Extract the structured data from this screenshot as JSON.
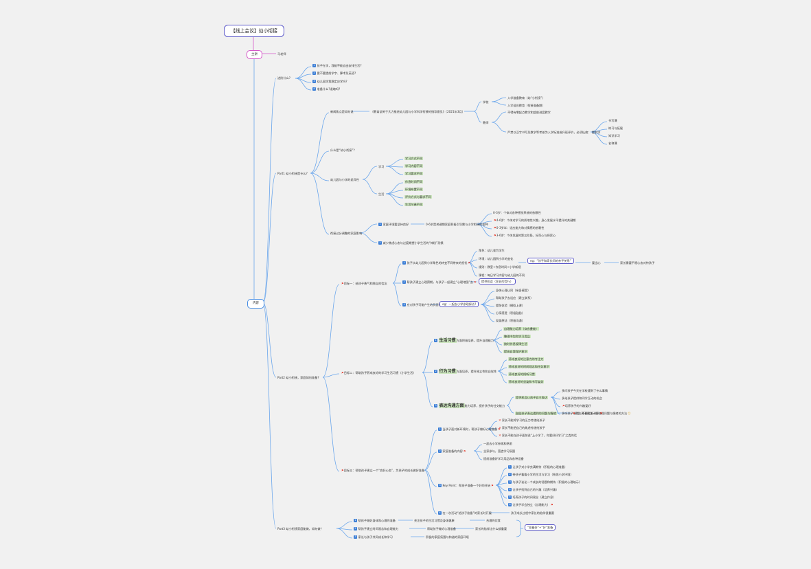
{
  "title": "【线上会议】幼小衔接",
  "sections": {
    "host": "主讲",
    "host_name": "马老师",
    "content": "内容"
  },
  "questions": {
    "root": "进阶什么?",
    "items": [
      "孩子在学，我能不能自由安排生活?",
      "要不要提前学字、算术及英语?",
      "幼儿园学我稳定应学吗?",
      "准备什么?退缩吗?"
    ]
  },
  "part1": {
    "root": "Part1 幼小衔接是什么?",
    "news_root": "新闻焦点是如何说",
    "news_detail": "《教育部关于大力推进幼儿园与小学科学衔接的指导意见》（2021年3月）",
    "school": "学校",
    "school_items": [
      "入学准备教育（幼“小衔接”）",
      "入学适应教育（衔接准备期）"
    ],
    "teach": "教师",
    "teach_items": [
      "不得有零起点教学和超前进度教学",
      "严禁以汉字书写及数学等考核为入学标准或升班评价，必须杜绝： 提前学"
    ],
    "teach_sub": [
      "书写课",
      "练习与拓展",
      "知识学习",
      "名称课"
    ],
    "what": "什么是“幼小衔接”？",
    "grow": "幼儿园与小学的差异性",
    "study": "学习",
    "study_items": [
      "学习方式不同",
      "学习内容不同",
      "学习要求不同"
    ],
    "life": "生活",
    "life_items": [
      "作息时间不同",
      "环境布置不同",
      "评价方式与要求不同",
      "生活节奏不同"
    ],
    "key_root": "衔接过分调整的家庭影响",
    "key1": "家庭环境要坚持良好",
    "key1_detail": "0-6岁是关键期家庭积极引导需与小学衔接的各种",
    "key1_items": [
      "0-3岁：个体对各种感觉系统的依赖性",
      "4-6岁：个体对学习的质地性兴趣，身心发展水平提升的关键期",
      "0-3岁半：适应能力和对情感的依赖性",
      "3-6岁：个体发展的第三阶段，好奇心与探索心"
    ],
    "key2": "减少焦虑心态与过度期望小学生活的“神秘”恐惧"
  },
  "part2": {
    "root": "Part2 幼小衔接，家庭如何准备?",
    "goal1": "目标一：给孩子勇气和独立的信念",
    "g1_a": "孩子从幼儿园到小学角色的转变不同带来的担忧",
    "g1_a_items": [
      "角色：幼儿变为学生",
      "环境：幼儿园到小学的变化",
      "规则：教室+作息时间+小学新规",
      "课程：每日学习内容与幼儿园的不同"
    ],
    "g1_a_box": "eg：“孩子和家长间的亲子关系”",
    "g1_a_mid": "要当心",
    "g1_a_end": "家长需要平稳心态对待孩子",
    "g1_b": "帮孩子建立心理预期，与孩子一起建立“心理地图”去",
    "g1_b_box": "提供机会（家长的言行）",
    "g1_c": "应对孩子可能产生的负面情绪",
    "g1_c_box": "eg：一起去小学参观探访?",
    "g1_c_items": [
      "身体心理认同（亲身感受）",
      "帮助孩子去适应（建立联系）",
      "提前体验（模拟上课）",
      "分享感受（积极鼓励）",
      "发展想法（积极沟通）"
    ],
    "goal2": "目标二：帮助孩子养成良好的学习生活习惯（小学生活)",
    "h1_label": "生活习惯",
    "h1": "方面积极培养，提升自理能力",
    "h1_items": [
      "自理能力培养（穿衣叠被）",
      "整理书包和学习用品",
      "按时作息规律生活",
      "提高自我保护意识"
    ],
    "h2_label": "行为习惯",
    "h2": "方面培养，提升独立性和自觉性",
    "h2_items": [
      "养成良好的注意力的专注力",
      "养成良好的时间观念和任务意识",
      "养成良好的倾听习惯",
      "养成良好的坐姿和书写姿势"
    ],
    "h3_label": "表达沟通方面",
    "h3": "能力培养，提升孩子的社交能力",
    "h3_sub1": "提供机会让孩子自主表达",
    "h3_sub1_items": [
      "多问孩子今天在学校遇到了什么事情",
      "多给孩子提供和同学互动的机会",
      "培养孩子的兴趣爱好",
      "多听孩子说话，不要打断孩子"
    ],
    "h3_sub2": "鼓励孩子表达遇到的问题与情绪",
    "h3_sub2_end": "帮助孩子建立一套处理问题与情绪的方法",
    "goal3": "目标三：帮助孩子建立一个“良好心态”，为孩子的成长做好准备",
    "g3_a": "当孩子面对新环境时，帮孩子做好心理准备",
    "g3_a_items": [
      "家长不能将学习的压力传递给孩子",
      "家长不能把自己的焦虑传递给孩子",
      "家长不能在孩子面前说“上小学了，你要好好学习”之类的话"
    ],
    "g3_b": "家庭准备的内容",
    "g3_b_items": [
      "一起去小学参观和熟悉",
      "全家参与，营造学习氛围",
      "提前准备好学习用品和各种设备"
    ],
    "g3_c": "Key Point：帮孩子准备一个好的开始",
    "g3_c_items": [
      "让孩子对小学充满期待（积极的心理准备）",
      "带孩子看看小学的生活与学习（熟悉小学环境）",
      "与孩子谈论一个成长的话题和期待（积极的心理暗示）",
      "让孩子找到自己的兴趣（培养兴趣）",
      "培养孩子的时间观念（建立作息）",
      "让孩子学会独立（自理能力）"
    ],
    "g3_d": "在一次活动“给孩子准备”的家长时开展",
    "g3_d_end": "孩子成长过程中家长的陪伴很重要"
  },
  "part3": {
    "root": "Part3 幼小衔接家庭能做，如何做？",
    "items": [
      "帮孩子做好身体和心理的准备",
      "帮孩子建立时间观念和自理能力",
      "家长与孩子共同成长和学习"
    ],
    "mids": [
      "关注孩子的生活习惯及身体健康",
      "帮助孩子做好心理准备",
      "积极的家庭氛围与和谐的家庭环境"
    ],
    "ends": [
      "合理的饮食",
      "家长的陪伴比什么都重要",
      ""
    ],
    "box": "“准备好”+“好”准备"
  }
}
